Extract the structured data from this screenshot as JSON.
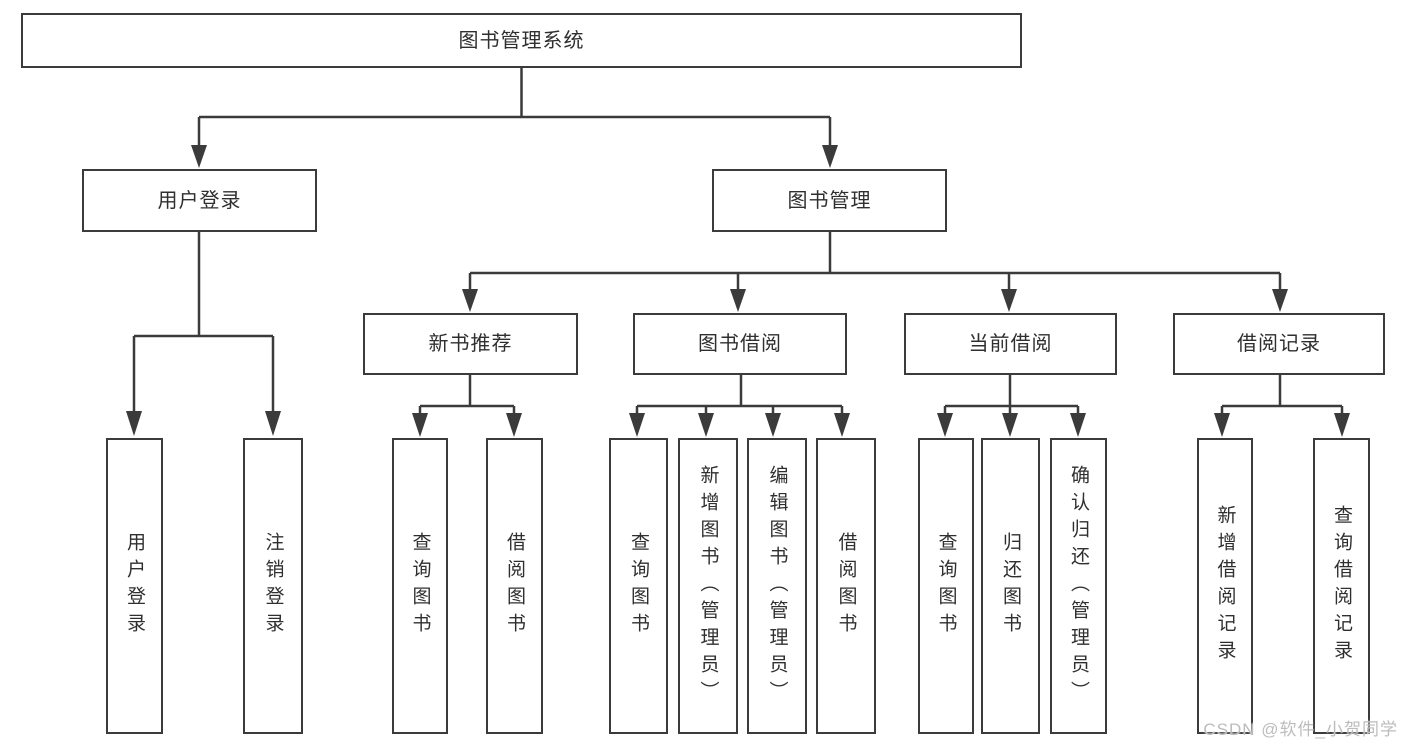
{
  "diagram": {
    "type": "hierarchy-tree",
    "colors": {
      "line": "#3b3b3b",
      "text": "#2f2f2f",
      "background": "#ffffff",
      "watermark": "#bcbcbc"
    },
    "root": {
      "label": "图书管理系统"
    },
    "level2": [
      {
        "id": "user_login",
        "label": "用户登录",
        "parent": "图书管理系统"
      },
      {
        "id": "book_mgmt",
        "label": "图书管理",
        "parent": "图书管理系统"
      }
    ],
    "level3": [
      {
        "id": "new_book_rec",
        "label": "新书推荐",
        "parent": "图书管理"
      },
      {
        "id": "book_borrow",
        "label": "图书借阅",
        "parent": "图书管理"
      },
      {
        "id": "current_borrow",
        "label": "当前借阅",
        "parent": "图书管理"
      },
      {
        "id": "borrow_records",
        "label": "借阅记录",
        "parent": "图书管理"
      }
    ],
    "leaves": [
      {
        "label": "用户登录",
        "parent": "用户登录"
      },
      {
        "label": "注销登录",
        "parent": "用户登录"
      },
      {
        "label": "查询图书",
        "parent": "新书推荐"
      },
      {
        "label": "借阅图书",
        "parent": "新书推荐"
      },
      {
        "label": "查询图书",
        "parent": "图书借阅"
      },
      {
        "label": "新增图书（管理员）",
        "parent": "图书借阅"
      },
      {
        "label": "编辑图书（管理员）",
        "parent": "图书借阅"
      },
      {
        "label": "借阅图书",
        "parent": "图书借阅"
      },
      {
        "label": "查询图书",
        "parent": "当前借阅"
      },
      {
        "label": "归还图书",
        "parent": "当前借阅"
      },
      {
        "label": "确认归还（管理员）",
        "parent": "当前借阅"
      },
      {
        "label": "新增借阅记录",
        "parent": "借阅记录"
      },
      {
        "label": "查询借阅记录",
        "parent": "借阅记录"
      }
    ]
  },
  "watermark": {
    "text": "CSDN @软件_小贺同学"
  }
}
